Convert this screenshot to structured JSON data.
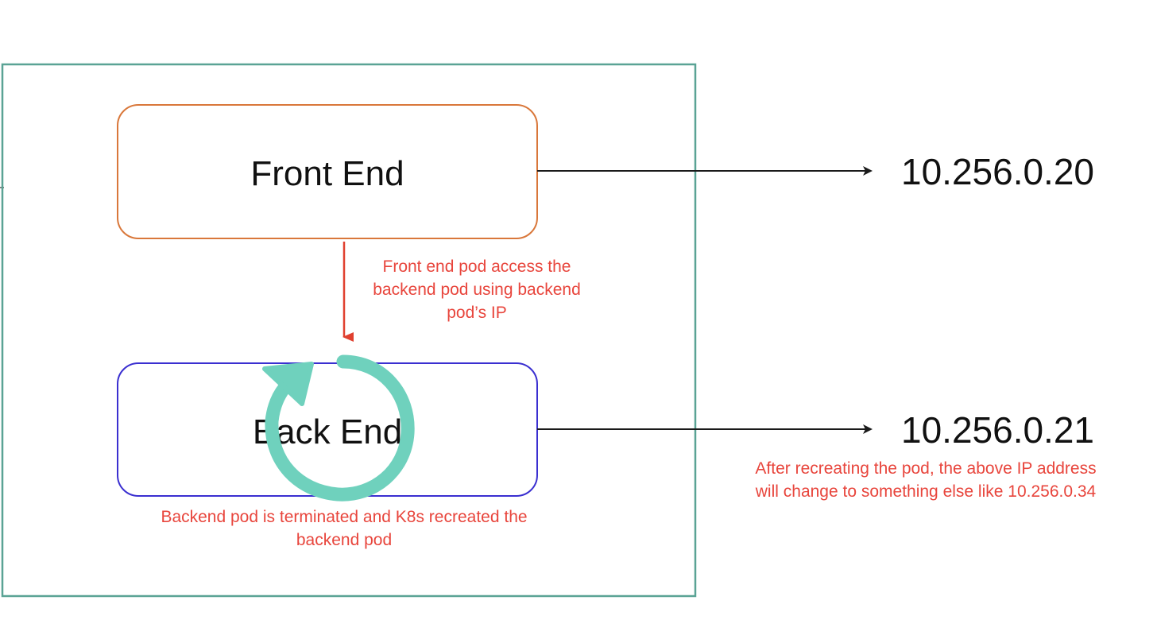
{
  "boxes": {
    "front_end": {
      "label": "Front End",
      "border_color": "#d9773a"
    },
    "back_end": {
      "label": "Back End",
      "border_color": "#3a2fd0"
    }
  },
  "container": {
    "border_color": "#5aa395"
  },
  "ip_addresses": {
    "front_end_ip": "10.256.0.20",
    "back_end_ip": "10.256.0.21"
  },
  "annotations": {
    "pod_access": [
      "Front end pod access the",
      "backend pod using backend",
      "pod’s IP"
    ],
    "pod_recreated": [
      "Backend pod is terminated and K8s recreated the",
      "backend pod"
    ],
    "ip_change": [
      "After recreating the pod, the above IP address",
      "will change to something else like 10.256.0.34"
    ]
  },
  "icons": {
    "refresh": {
      "name": "refresh-icon",
      "color": "#6fd1bd"
    }
  },
  "colors": {
    "annotation_text": "#e8453c",
    "access_arrow": "#e0402f",
    "ip_arrow": "#1a1a1a"
  }
}
